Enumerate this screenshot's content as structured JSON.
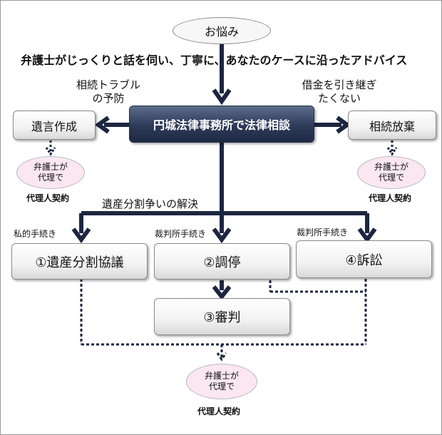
{
  "top": {
    "worry": "お悩み"
  },
  "banner": "弁護士がじっくりと話を伺い、丁寧に、あなたのケースに沿ったアドバイス",
  "center": "円城法律事務所で法律相談",
  "left": {
    "condition_line1": "相続トラブル",
    "condition_line2": "の予防",
    "box": "遺言作成",
    "badge_line1": "弁護士が",
    "badge_line2": "代理で",
    "contract": "代理人契約"
  },
  "right": {
    "condition_line1": "借金を引き継ぎ",
    "condition_line2": "たくない",
    "box": "相続放棄",
    "badge_line1": "弁護士が",
    "badge_line2": "代理で",
    "contract": "代理人契約"
  },
  "dispute_label": "遺産分割争いの解決",
  "branches": {
    "private_label": "私的手続き",
    "court_label_1": "裁判所手続き",
    "court_label_2": "裁判所手続き"
  },
  "steps": {
    "negotiation": "①遺産分割協議",
    "mediation": "②調停",
    "adjudication": "③審判",
    "lawsuit": "④訴訟"
  },
  "bottom": {
    "badge_line1": "弁護士が",
    "badge_line2": "代理で",
    "contract": "代理人契約"
  },
  "colors": {
    "arrow": "#1c2640",
    "center_bg": "#2d3a58",
    "badge_pink": "#fbe7f1"
  }
}
